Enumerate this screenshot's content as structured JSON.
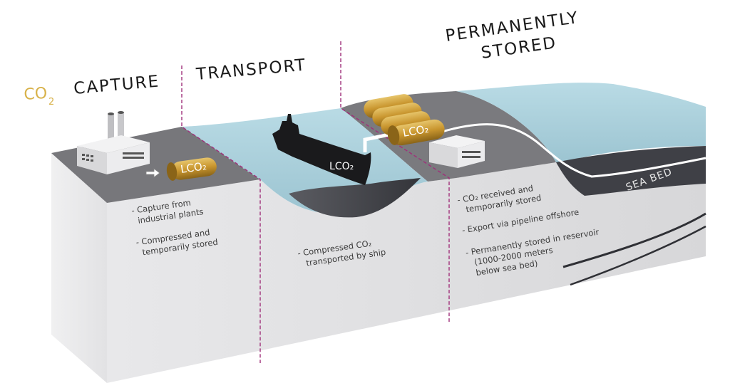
{
  "sections": {
    "capture": {
      "prefix": "CO",
      "prefix_sub": "2",
      "title": "CAPTURE",
      "notes": [
        [
          "- Capture from",
          "industrial plants"
        ],
        [
          "- Compressed and",
          "temporarily stored"
        ]
      ]
    },
    "transport": {
      "title": "TRANSPORT",
      "notes": [
        [
          "- Compressed CO₂",
          "transported by ship"
        ]
      ]
    },
    "stored": {
      "title_line1": "PERMANENTLY",
      "title_line2": "STORED",
      "notes": [
        [
          "- CO₂ received and",
          "temporarily stored"
        ],
        [
          "- Export via pipeline offshore"
        ],
        [
          "- Permanently stored in reservoir",
          "(1000-2000 meters",
          "below sea bed)"
        ]
      ]
    }
  },
  "labels": {
    "tank_capture": "LCO₂",
    "ship_cargo": "LCO₂",
    "tank_storage": "LCO₂",
    "seabed": "SEA BED"
  },
  "colors": {
    "accent_gold": "#d8b24a",
    "divider_magenta": "#a0307a",
    "water": "#a9d0dc",
    "ground_top": "#77777b",
    "block_face": "#d9d9db",
    "dark_rock": "#3d3e44"
  }
}
